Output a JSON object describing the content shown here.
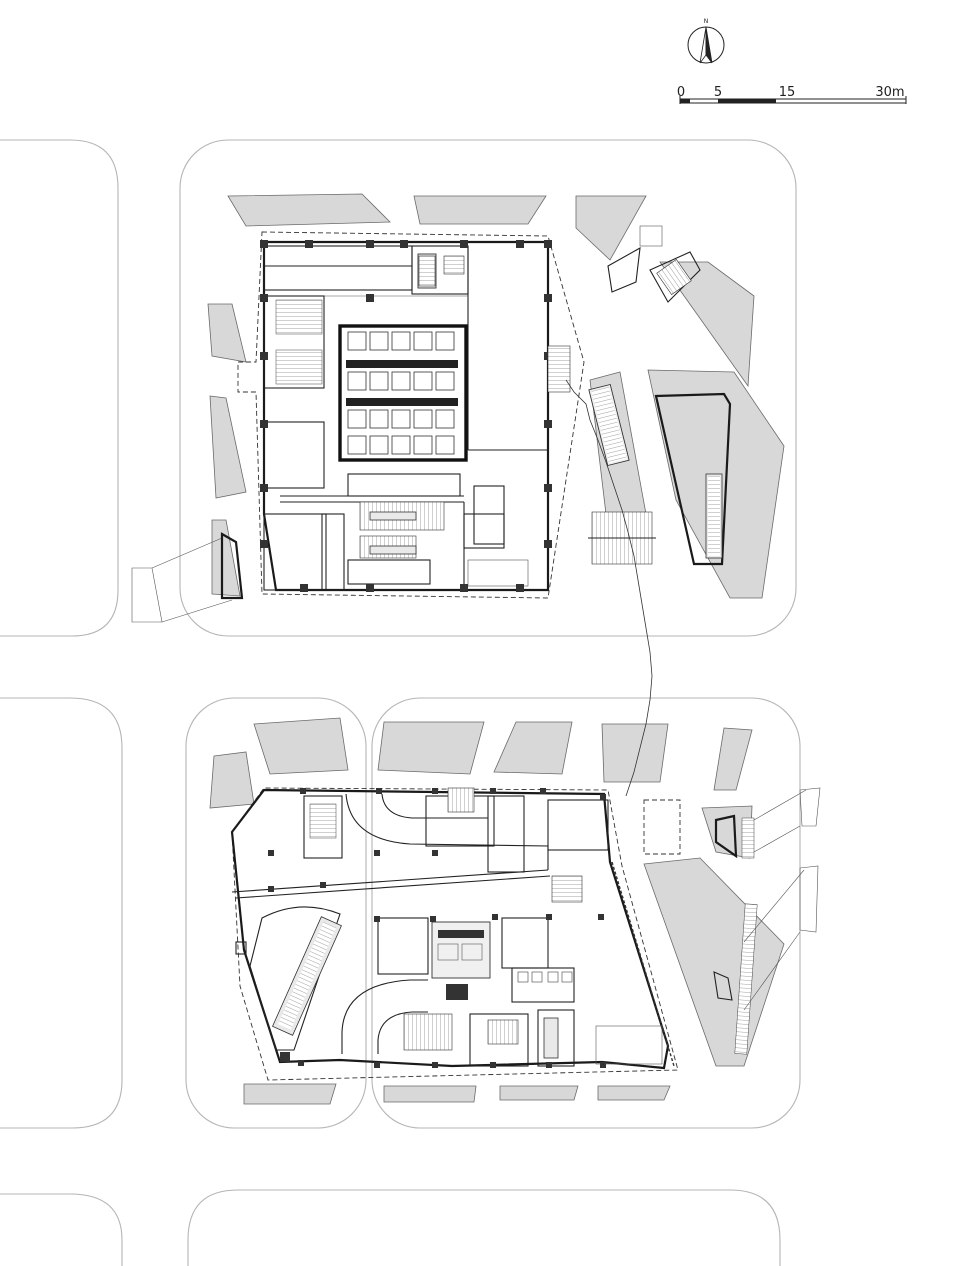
{
  "north": {
    "label": "N",
    "icon": "north-arrow-icon"
  },
  "scale_bar": {
    "ticks": [
      "0",
      "5",
      "15",
      "30m"
    ]
  },
  "colors": {
    "road_line": "#b5b5b5",
    "plaza_fill": "#d8d8d8",
    "wall": "#1a1a1a"
  }
}
